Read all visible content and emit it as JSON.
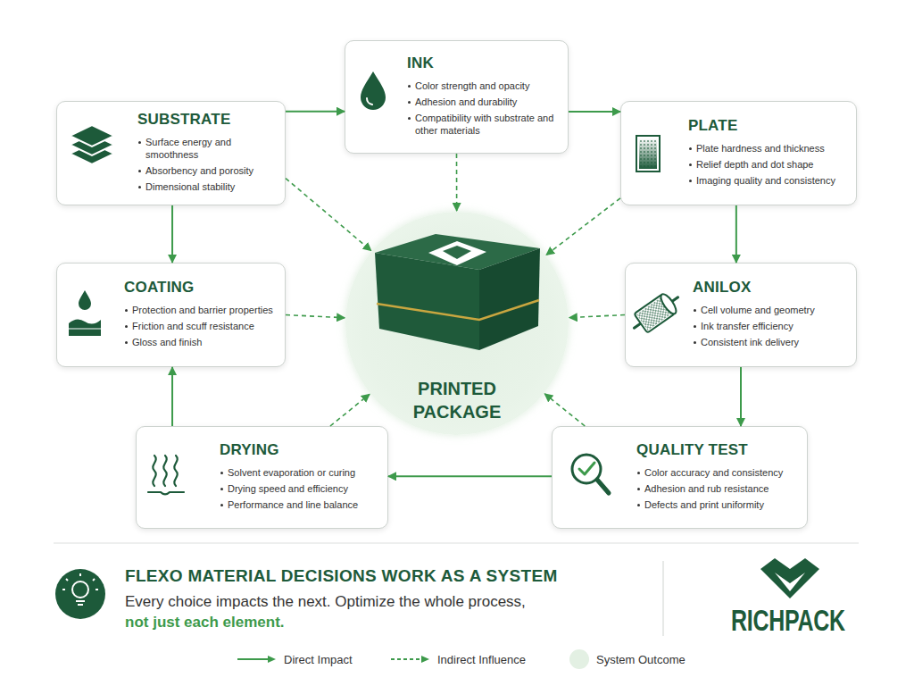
{
  "diagram": {
    "nodes": [
      {
        "text": [
          "SUBSTRATE",
          "Surface energy and smoothness",
          "Absorbency and porosity",
          "Dimensional stability"
        ]
      },
      {
        "text": [
          "INK",
          "Color strength and opacity",
          "Adhesion and durability",
          "Compatibility with substrate and other materials"
        ]
      },
      {
        "text": [
          "PLATE",
          "Plate hardness and thickness",
          "Relief depth and dot shape",
          "Imaging quality and consistency"
        ]
      },
      {
        "text": [
          "COATING",
          "Protection and barrier properties",
          "Friction and scuff resistance",
          "Gloss and finish"
        ]
      },
      {
        "text": [
          "PRINTED PACKAGE"
        ]
      },
      {
        "text": [
          "ANILOX",
          "Cell volume and geometry",
          "Ink transfer efficiency",
          "Consistent ink delivery"
        ]
      },
      {
        "text": [
          "DRYING",
          "Solvent evaporation or curing",
          "Drying speed and efficiency",
          "Performance and line balance"
        ]
      },
      {
        "text": [
          "QUALITY TEST",
          "Color accuracy and consistency",
          "Adhesion and rub resistance",
          "Defects and print uniformity"
        ]
      }
    ],
    "edges": [
      {
        "from": 0,
        "to": 1,
        "arrow": "to"
      },
      {
        "from": 1,
        "to": 2,
        "arrow": "to"
      },
      {
        "from": 2,
        "to": 5,
        "arrow": "to"
      },
      {
        "from": 5,
        "to": 7,
        "arrow": "to"
      },
      {
        "from": 7,
        "to": 6,
        "arrow": "to"
      },
      {
        "from": 6,
        "to": 3,
        "arrow": "to"
      },
      {
        "from": 0,
        "to": 3,
        "arrow": "to"
      },
      {
        "from": 0,
        "to": 4,
        "arrow": "to"
      },
      {
        "from": 1,
        "to": 4,
        "arrow": "to"
      },
      {
        "from": 2,
        "to": 4,
        "arrow": "to"
      },
      {
        "from": 3,
        "to": 4,
        "arrow": "to"
      },
      {
        "from": 5,
        "to": 4,
        "arrow": "to"
      },
      {
        "from": 6,
        "to": 4,
        "arrow": "to"
      },
      {
        "from": 7,
        "to": 4,
        "arrow": "to"
      }
    ],
    "labels": [
      "FLEXO MATERIAL DECISIONS WORK AS A SYSTEM",
      "Every choice impacts the next. Optimize the whole process,",
      "not just each element.",
      "RICHPACK"
    ],
    "legend": [
      {
        "text": "Direct Impact"
      },
      {
        "text": "Indirect Influence"
      },
      {
        "text": "System Outcome",
        "color": "#e3f0e3"
      }
    ]
  }
}
